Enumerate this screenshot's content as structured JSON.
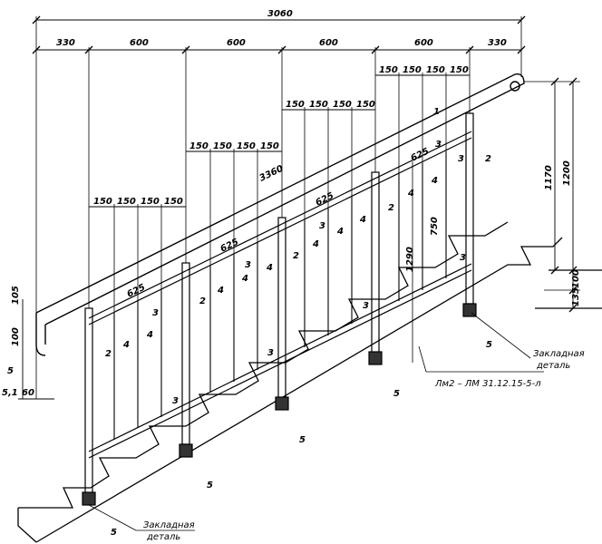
{
  "dimensions": {
    "overall": "3060",
    "top_segments": [
      "330",
      "600",
      "600",
      "600",
      "600",
      "330"
    ],
    "baluster_spacing": "150",
    "rail_length": "3360",
    "height_total": "1200",
    "height_rail": "1170",
    "height_base": "100",
    "height_base2": "135",
    "panel_width": "625",
    "panel_height": "750",
    "post_height": "1290",
    "left_105": "105",
    "left_100": "100",
    "left_5": "5",
    "left_51": "5,1",
    "left_60": "60"
  },
  "labels": {
    "handrail": "1",
    "post": "2",
    "rail": "3",
    "baluster": "4",
    "embed": "5"
  },
  "notes": {
    "embedded_part_line1": "Закладная",
    "embedded_part_line2": "деталь",
    "reference": "Лм2 – ЛМ 31.12.15-5-л"
  }
}
